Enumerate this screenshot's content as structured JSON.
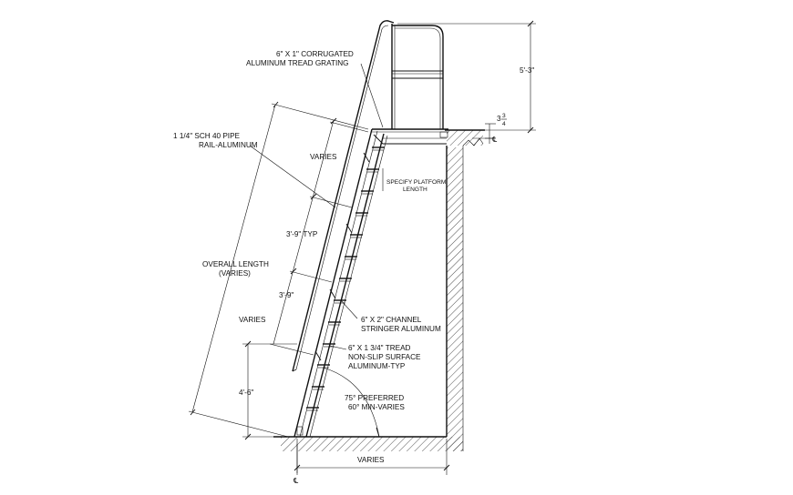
{
  "labels": {
    "tread_grating_1": "6\" X 1\" CORRUGATED",
    "tread_grating_2": "ALUMINUM TREAD GRATING",
    "pipe_rail_1": "1 1/4\" SCH 40 PIPE",
    "pipe_rail_2": "RAIL-ALUMINUM",
    "varies_top": "VARIES",
    "typ_spacing": "3'-9\" TYP",
    "spacing": "3'-9\"",
    "varies_mid": "VARIES",
    "overall_1": "OVERALL LENGTH",
    "overall_2": "(VARIES)",
    "base_height": "4'-6\"",
    "platform_1": "SPECIFY PLATFORM",
    "platform_2": "LENGTH",
    "stringer_1": "6\" X 2\" CHANNEL",
    "stringer_2": "STRINGER ALUMINUM",
    "tread_1": "6\" X 1 3/4\" TREAD",
    "tread_2": "NON-SLIP SURFACE",
    "tread_3": "ALUMINUM-TYP",
    "angle_1": "75° PREFERRED",
    "angle_2": "60° MIN-VARIES",
    "rail_height": "5'-3\"",
    "offset_whole": "3",
    "offset_num": "3",
    "offset_den": "4",
    "centerline_top": "℄",
    "horizontal_varies": "VARIES",
    "centerline_bottom": "℄"
  }
}
